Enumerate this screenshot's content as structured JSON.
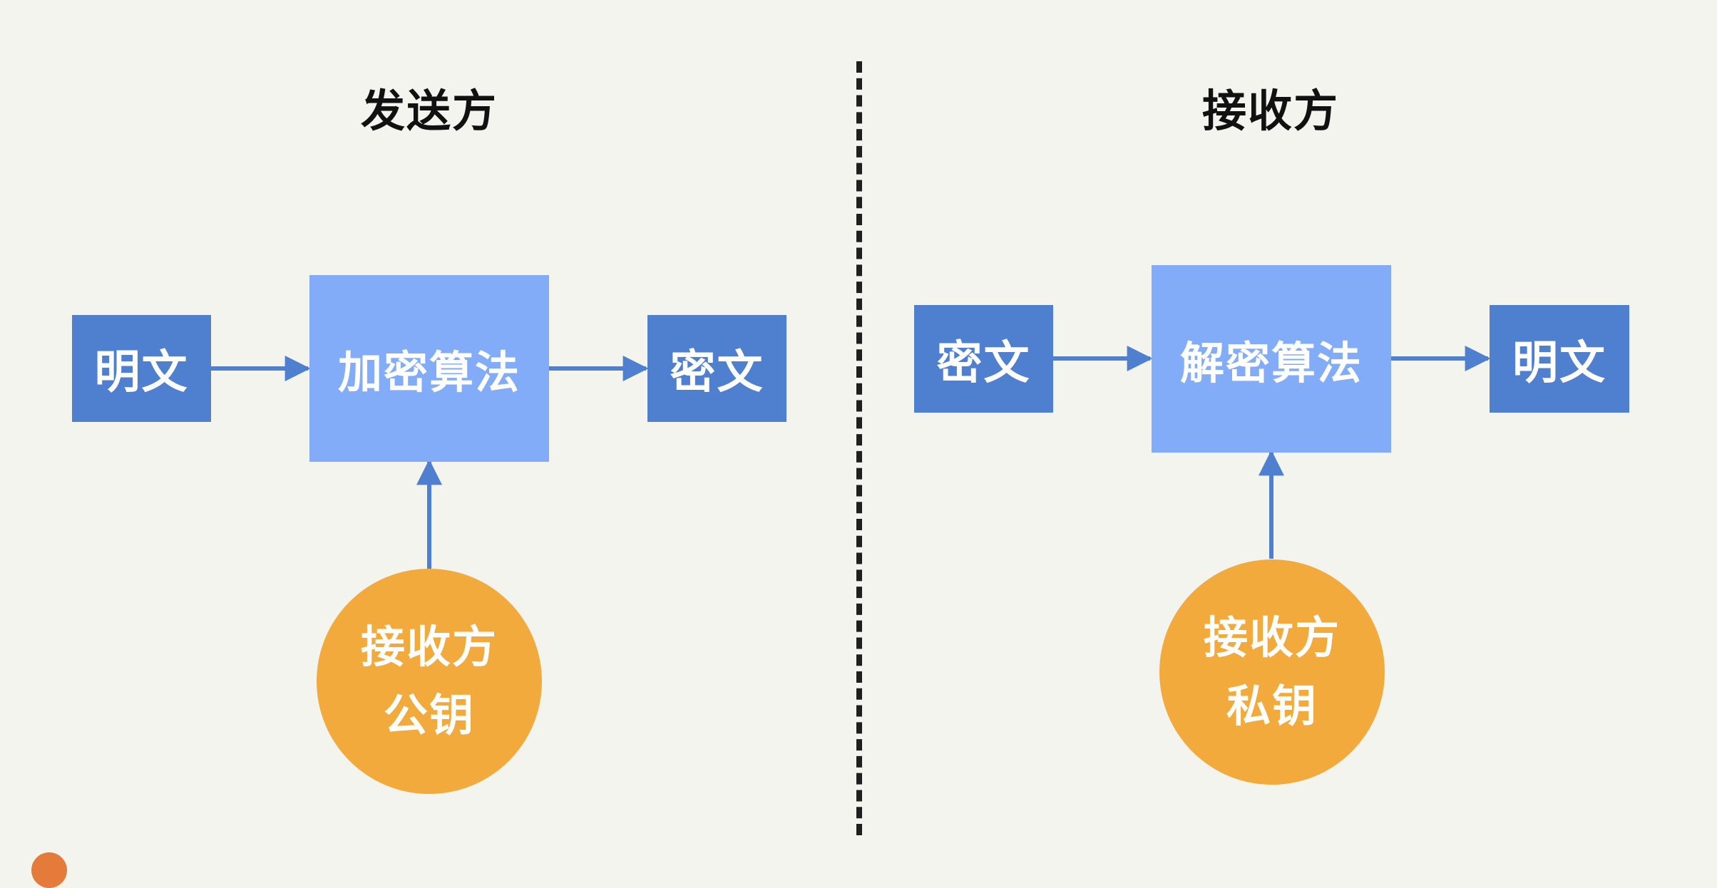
{
  "sender": {
    "title": "发送方",
    "plaintext": "明文",
    "algorithm": "加密算法",
    "ciphertext": "密文",
    "key_line1": "接收方",
    "key_line2": "公钥"
  },
  "receiver": {
    "title": "接收方",
    "ciphertext": "密文",
    "algorithm": "解密算法",
    "plaintext": "明文",
    "key_line1": "接收方",
    "key_line2": "私钥"
  },
  "colors": {
    "background": "#f4f4ef",
    "dark_box": "#4f7fcf",
    "light_box": "#82acf8",
    "key_circle": "#f2aa3c",
    "arrow": "#4f7fcf",
    "divider": "#1f1f1f"
  }
}
